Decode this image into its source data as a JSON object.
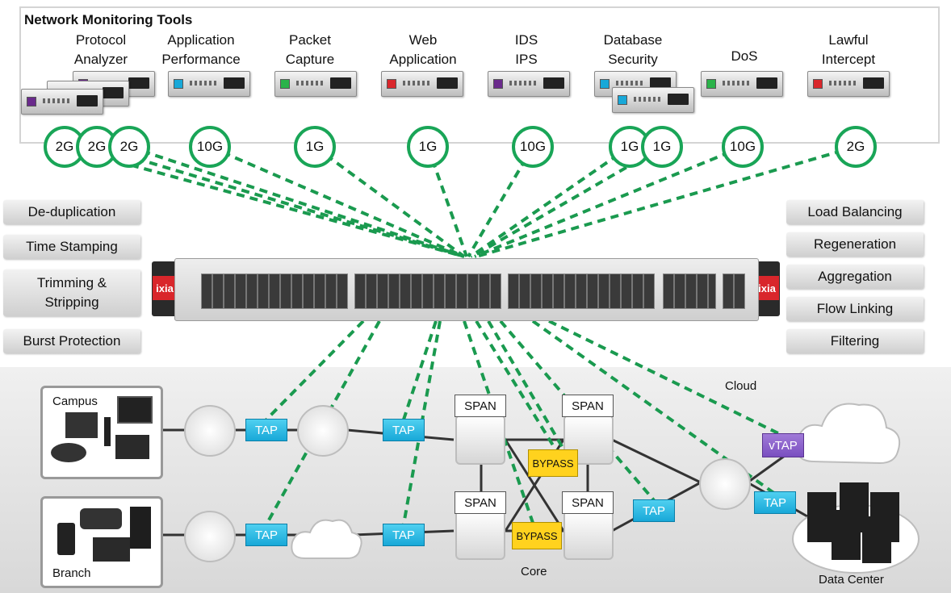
{
  "tools": {
    "title": "Network Monitoring Tools",
    "items": [
      {
        "line1": "Protocol",
        "line2": "Analyzer",
        "led": "#6a2a8c"
      },
      {
        "line1": "Application",
        "line2": "Performance",
        "led": "#18a8d8"
      },
      {
        "line1": "Packet",
        "line2": "Capture",
        "led": "#2bb34a"
      },
      {
        "line1": "Web",
        "line2": "Application",
        "led": "#d9262b"
      },
      {
        "line1": "IDS",
        "line2": "IPS",
        "led": "#6a2a8c"
      },
      {
        "line1": "Database",
        "line2": "Security",
        "led": "#18a8d8"
      },
      {
        "line1": "DoS",
        "line2": "",
        "led": "#2bb34a"
      },
      {
        "line1": "Lawful",
        "line2": "Intercept",
        "led": "#d9262b"
      }
    ],
    "speeds": [
      "2G",
      "2G",
      "2G",
      "10G",
      "1G",
      "1G",
      "10G",
      "1G",
      "1G",
      "10G",
      "2G"
    ]
  },
  "features_left": [
    "De-duplication",
    "Time Stamping",
    "Trimming &\nStripping",
    "Burst Protection"
  ],
  "features_right": [
    "Load Balancing",
    "Regeneration",
    "Aggregation",
    "Flow Linking",
    "Filtering"
  ],
  "chassis": {
    "logo": "ixia"
  },
  "network": {
    "campus": "Campus",
    "branch": "Branch",
    "core": "Core",
    "cloud": "Cloud",
    "datacenter": "Data Center",
    "tap": "TAP",
    "vtap": "vTAP",
    "span": "SPAN",
    "bypass": "BYPASS"
  },
  "colors": {
    "link": "#1a9a4f",
    "ring": "#19a557",
    "tap": "#18a8d8",
    "bypass": "#ffd21e"
  }
}
